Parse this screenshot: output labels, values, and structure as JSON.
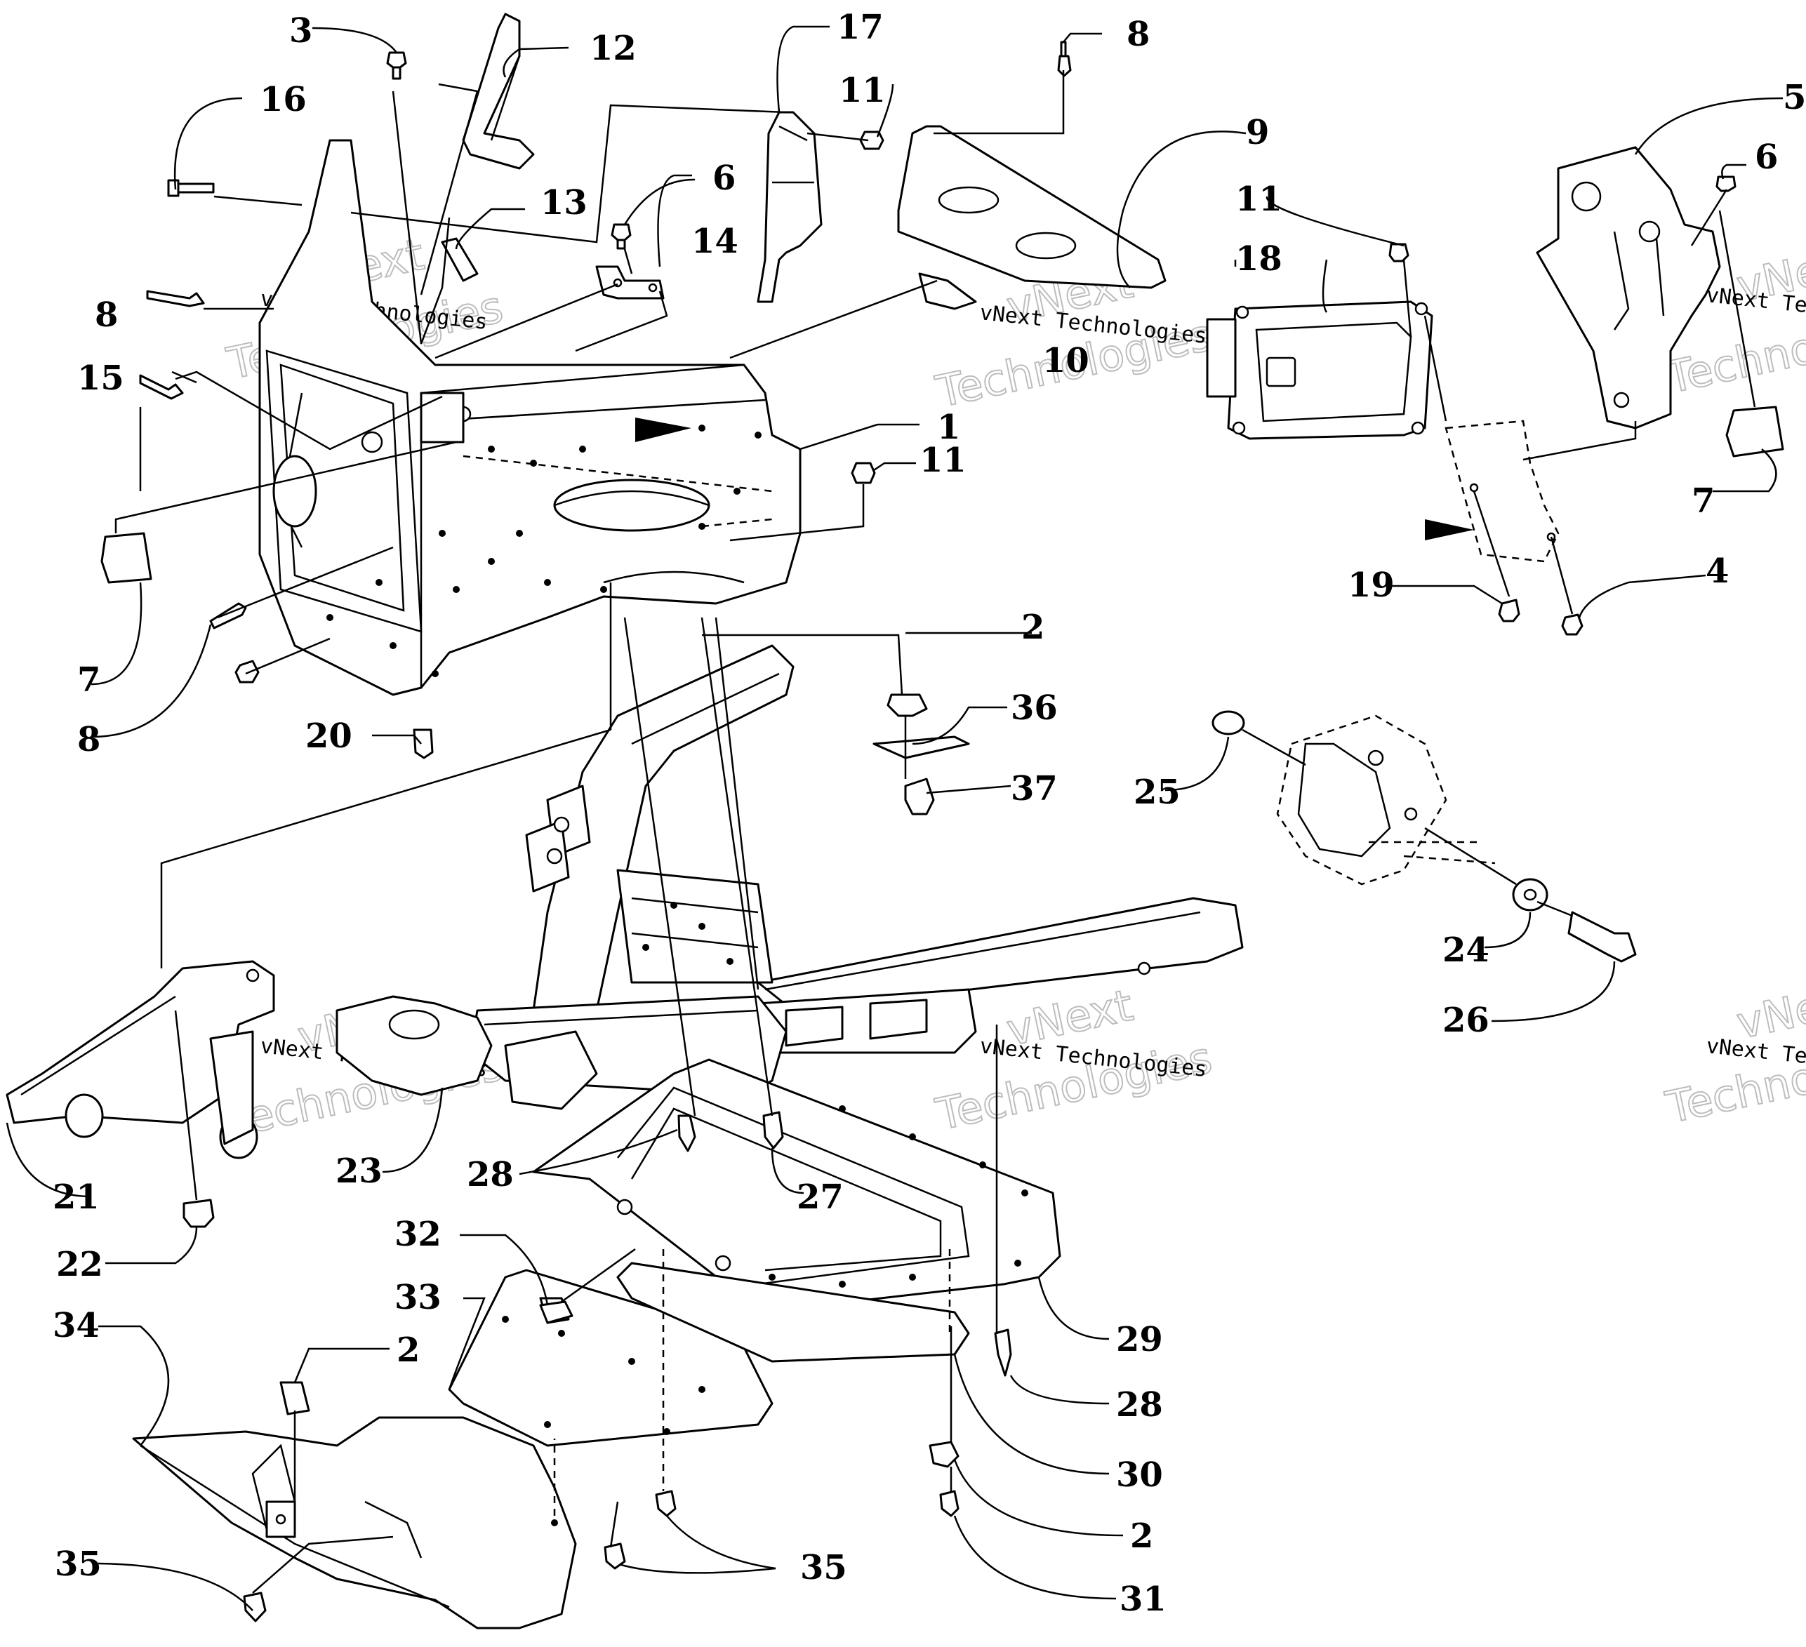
{
  "watermark": {
    "company": "vNext Technologies",
    "outline_top": "vNext",
    "outline_bottom": "Technologies"
  },
  "callouts": {
    "c1": "1",
    "c2a": "2",
    "c2b": "2",
    "c2c": "2",
    "c3": "3",
    "c4": "4",
    "c5": "5",
    "c6a": "6",
    "c6b": "6",
    "c7a": "7",
    "c7b": "7",
    "c8a": "8",
    "c8b": "8",
    "c8c": "8",
    "c9": "9",
    "c10": "10",
    "c11a": "11",
    "c11b": "11",
    "c11c": "11",
    "c12": "12",
    "c13": "13",
    "c14": "14",
    "c15": "15",
    "c16": "16",
    "c17": "17",
    "c18": "18",
    "c19": "19",
    "c20": "20",
    "c21": "21",
    "c22": "22",
    "c23": "23",
    "c24": "24",
    "c25": "25",
    "c26": "26",
    "c27": "27",
    "c28a": "28",
    "c28b": "28",
    "c29": "29",
    "c30": "30",
    "c31": "31",
    "c32": "32",
    "c33": "33",
    "c34": "34",
    "c35a": "35",
    "c35b": "35",
    "c36": "36",
    "c37": "37"
  }
}
